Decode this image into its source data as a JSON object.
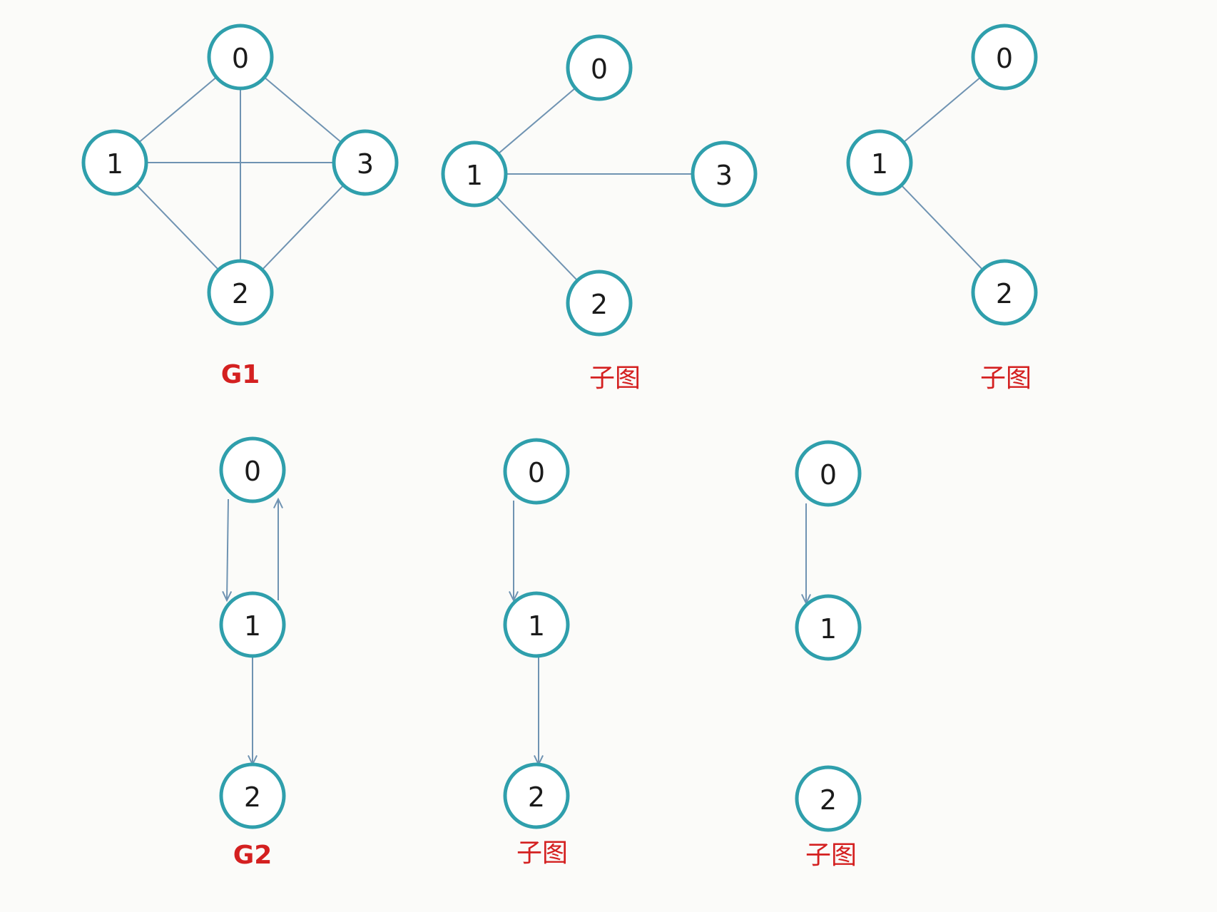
{
  "colors": {
    "node_stroke": "#2f9fac",
    "edge": "#6f93b2",
    "caption": "#d42020",
    "background": "#fbfbf9"
  },
  "graphs": [
    {
      "id": "g1",
      "caption": "G1",
      "directed": false,
      "nodes": [
        "0",
        "1",
        "3",
        "2"
      ],
      "edges": [
        [
          "0",
          "1"
        ],
        [
          "0",
          "3"
        ],
        [
          "0",
          "2"
        ],
        [
          "1",
          "3"
        ],
        [
          "1",
          "2"
        ],
        [
          "3",
          "2"
        ]
      ]
    },
    {
      "id": "g1-sub-a",
      "caption": "子图",
      "directed": false,
      "nodes": [
        "0",
        "1",
        "3",
        "2"
      ],
      "edges": [
        [
          "1",
          "0"
        ],
        [
          "1",
          "3"
        ],
        [
          "1",
          "2"
        ]
      ]
    },
    {
      "id": "g1-sub-b",
      "caption": "子图",
      "directed": false,
      "nodes": [
        "0",
        "1",
        "2"
      ],
      "edges": [
        [
          "1",
          "0"
        ],
        [
          "1",
          "2"
        ]
      ]
    },
    {
      "id": "g2",
      "caption": "G2",
      "directed": true,
      "nodes": [
        "0",
        "1",
        "2"
      ],
      "edges": [
        [
          "0",
          "1"
        ],
        [
          "1",
          "0"
        ],
        [
          "1",
          "2"
        ]
      ]
    },
    {
      "id": "g2-sub-a",
      "caption": "子图",
      "directed": true,
      "nodes": [
        "0",
        "1",
        "2"
      ],
      "edges": [
        [
          "0",
          "1"
        ],
        [
          "1",
          "2"
        ]
      ]
    },
    {
      "id": "g2-sub-b",
      "caption": "子图",
      "directed": true,
      "nodes": [
        "0",
        "1",
        "2"
      ],
      "edges": [
        [
          "0",
          "1"
        ]
      ]
    }
  ]
}
